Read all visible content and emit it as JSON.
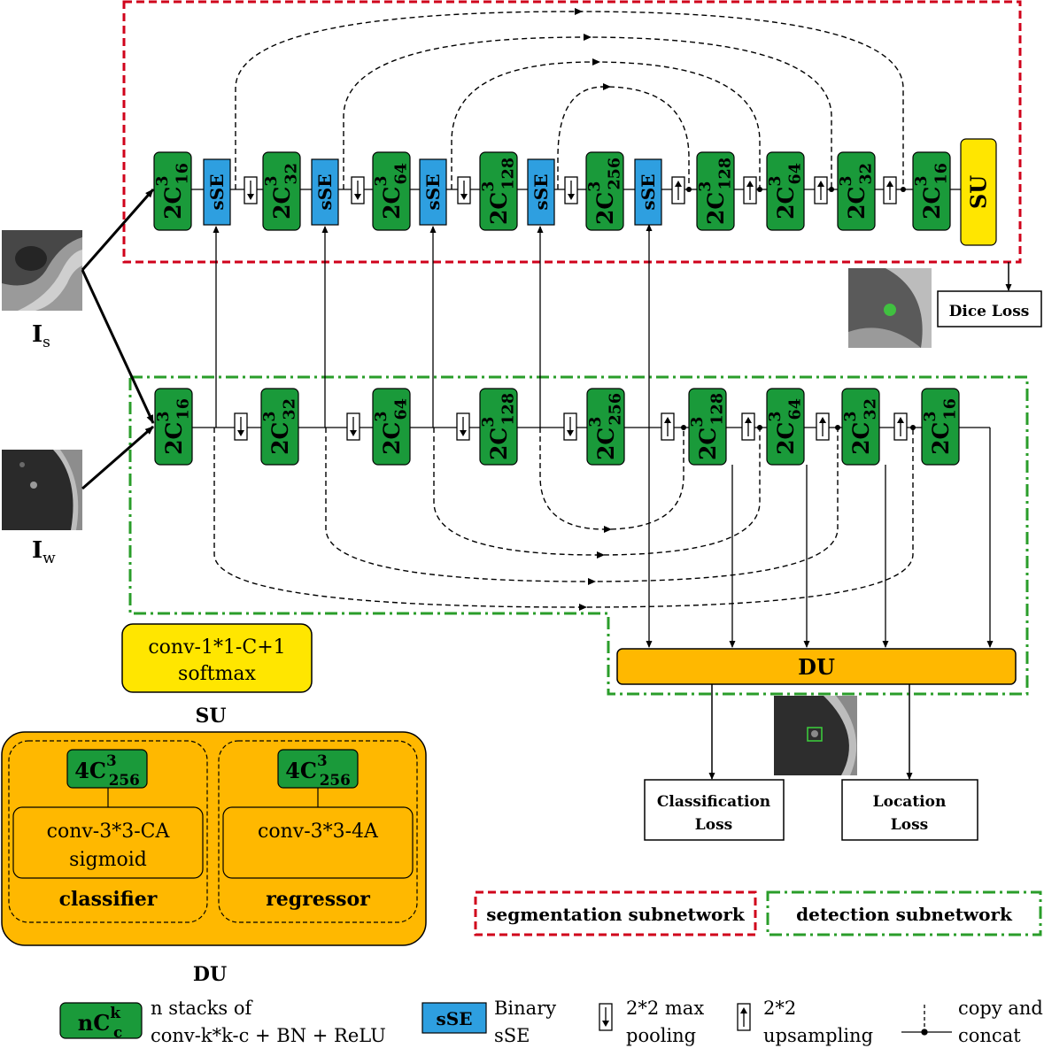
{
  "colors": {
    "green": "#1a9a3a",
    "blue": "#2e9fe0",
    "yellow": "#ffe600",
    "orange": "#ffb800",
    "red": "#d0021b",
    "dgreen": "#2a9d2a"
  },
  "inputs": {
    "seg": {
      "main": "I",
      "sub": "s"
    },
    "det": {
      "main": "I",
      "sub": "w"
    }
  },
  "seg_blocks": [
    {
      "type": "conv",
      "n": "2",
      "base": "C",
      "sup": "3",
      "sub": "16"
    },
    {
      "type": "sse",
      "label": "sSE"
    },
    {
      "type": "pool"
    },
    {
      "type": "conv",
      "n": "2",
      "base": "C",
      "sup": "3",
      "sub": "32"
    },
    {
      "type": "sse",
      "label": "sSE"
    },
    {
      "type": "pool"
    },
    {
      "type": "conv",
      "n": "2",
      "base": "C",
      "sup": "3",
      "sub": "64"
    },
    {
      "type": "sse",
      "label": "sSE"
    },
    {
      "type": "pool"
    },
    {
      "type": "conv",
      "n": "2",
      "base": "C",
      "sup": "3",
      "sub": "128"
    },
    {
      "type": "sse",
      "label": "sSE"
    },
    {
      "type": "pool"
    },
    {
      "type": "conv",
      "n": "2",
      "base": "C",
      "sup": "3",
      "sub": "256"
    },
    {
      "type": "sse",
      "label": "sSE"
    },
    {
      "type": "up"
    },
    {
      "type": "conv",
      "n": "2",
      "base": "C",
      "sup": "3",
      "sub": "128"
    },
    {
      "type": "up"
    },
    {
      "type": "conv",
      "n": "2",
      "base": "C",
      "sup": "3",
      "sub": "64"
    },
    {
      "type": "up"
    },
    {
      "type": "conv",
      "n": "2",
      "base": "C",
      "sup": "3",
      "sub": "32"
    },
    {
      "type": "up"
    },
    {
      "type": "conv",
      "n": "2",
      "base": "C",
      "sup": "3",
      "sub": "16"
    },
    {
      "type": "su",
      "label": "SU"
    }
  ],
  "det_blocks": [
    {
      "type": "conv",
      "n": "2",
      "base": "C",
      "sup": "3",
      "sub": "16"
    },
    {
      "type": "pool"
    },
    {
      "type": "conv",
      "n": "2",
      "base": "C",
      "sup": "3",
      "sub": "32"
    },
    {
      "type": "pool"
    },
    {
      "type": "conv",
      "n": "2",
      "base": "C",
      "sup": "3",
      "sub": "64"
    },
    {
      "type": "pool"
    },
    {
      "type": "conv",
      "n": "2",
      "base": "C",
      "sup": "3",
      "sub": "128"
    },
    {
      "type": "pool"
    },
    {
      "type": "conv",
      "n": "2",
      "base": "C",
      "sup": "3",
      "sub": "256"
    },
    {
      "type": "up"
    },
    {
      "type": "conv",
      "n": "2",
      "base": "C",
      "sup": "3",
      "sub": "128"
    },
    {
      "type": "up"
    },
    {
      "type": "conv",
      "n": "2",
      "base": "C",
      "sup": "3",
      "sub": "64"
    },
    {
      "type": "up"
    },
    {
      "type": "conv",
      "n": "2",
      "base": "C",
      "sup": "3",
      "sub": "32"
    },
    {
      "type": "up"
    },
    {
      "type": "conv",
      "n": "2",
      "base": "C",
      "sup": "3",
      "sub": "16"
    }
  ],
  "du_label": "DU",
  "losses": {
    "dice": "Dice Loss",
    "cls": [
      "Classification",
      "Loss"
    ],
    "loc": [
      "Location",
      "Loss"
    ]
  },
  "su_def": {
    "lines": [
      "conv-1*1-C+1",
      "softmax"
    ],
    "caption": "SU"
  },
  "du_def": {
    "caption": "DU",
    "classifier": {
      "conv": {
        "n": "4",
        "base": "C",
        "sup": "3",
        "sub": "256"
      },
      "lines": [
        "conv-3*3-CA",
        "sigmoid"
      ],
      "name": "classifier"
    },
    "regressor": {
      "conv": {
        "n": "4",
        "base": "C",
        "sup": "3",
        "sub": "256"
      },
      "lines": [
        "conv-3*3-4A"
      ],
      "name": "regressor"
    }
  },
  "subnet_legend": {
    "seg": "segmentation subnetwork",
    "det": "detection subnetwork"
  },
  "legend": {
    "conv_glyph": {
      "n": "n",
      "base": "C",
      "sup": "k",
      "sub": "c"
    },
    "conv_text": [
      "n stacks of",
      "conv-k*k-c + BN + ReLU"
    ],
    "sse_glyph": "sSE",
    "sse_text": [
      "Binary",
      "sSE"
    ],
    "pool_text": [
      "2*2 max",
      "pooling"
    ],
    "up_text": [
      "2*2",
      "upsampling"
    ],
    "copy_text": [
      "copy and",
      "concat"
    ]
  }
}
